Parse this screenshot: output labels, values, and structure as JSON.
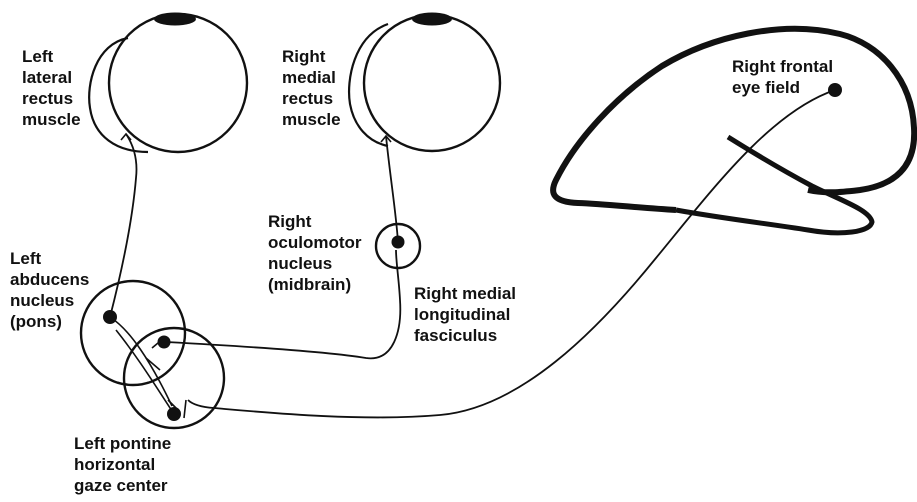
{
  "labels": {
    "left_lateral_rectus": [
      "Left",
      "lateral",
      "rectus",
      "muscle"
    ],
    "right_medial_rectus": [
      "Right",
      "medial",
      "rectus",
      "muscle"
    ],
    "right_frontal_eye_field": [
      "Right frontal",
      "eye field"
    ],
    "right_oculomotor_nucleus": [
      "Right",
      "oculomotor",
      "nucleus",
      "(midbrain)"
    ],
    "left_abducens_nucleus": [
      "Left",
      "abducens",
      "nucleus",
      "(pons)"
    ],
    "right_mlf": [
      "Right medial",
      "longitudinal",
      "fasciculus"
    ],
    "left_pontine_gaze_center": [
      "Left pontine",
      "horizontal",
      "gaze center"
    ]
  },
  "colors": {
    "line": "#111111",
    "background": "#ffffff"
  }
}
